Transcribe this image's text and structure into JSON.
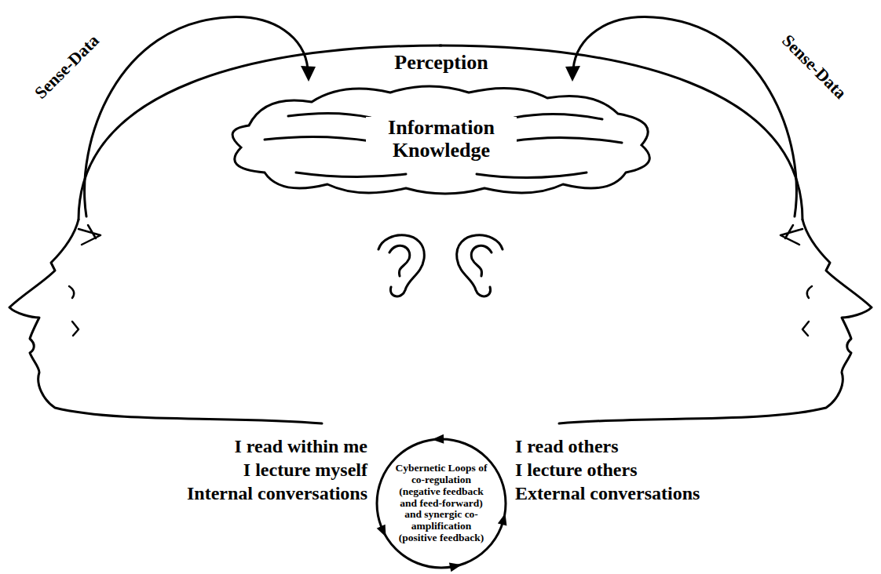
{
  "diagram": {
    "nodes": [
      {
        "text": [
          "Perception",
          "Information Knowledge"
        ]
      },
      {
        "text": [
          "Cybernetic Loops of co-regulation (negative feedback and feed-forward) and synergic co-amplification (positive feedback)"
        ]
      }
    ],
    "labels": [
      "Sense-Data",
      "Sense-Data",
      "I read within me",
      "I lecture myself",
      "Internal conversations",
      "I read others",
      "I lecture others",
      "External conversations"
    ]
  }
}
